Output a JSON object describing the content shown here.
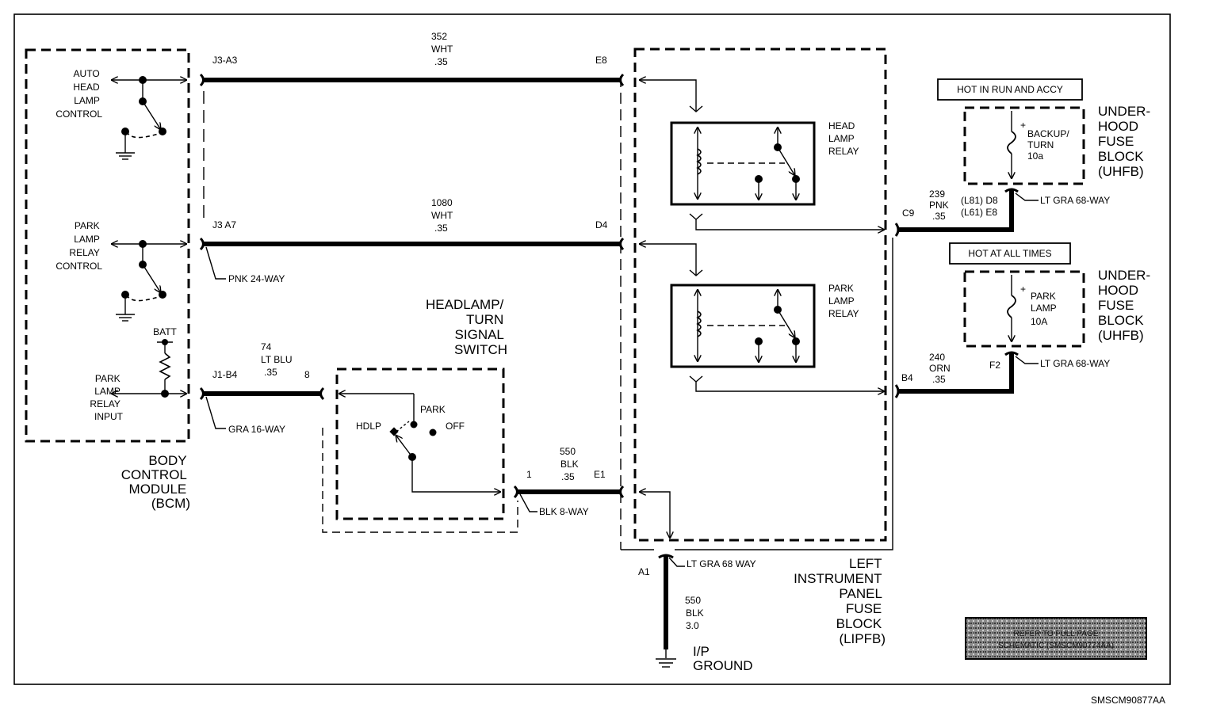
{
  "bcm": {
    "auto_head_lamp_control": [
      "AUTO",
      "HEAD",
      "LAMP",
      "CONTROL"
    ],
    "park_lamp_relay_control": [
      "PARK",
      "LAMP",
      "RELAY",
      "CONTROL"
    ],
    "park_lamp_relay_input": [
      "PARK",
      "LAMP",
      "RELAY",
      "INPUT"
    ],
    "batt": "BATT",
    "title": [
      "BODY",
      "CONTROL",
      "MODULE",
      "(BCM)"
    ]
  },
  "wires": {
    "w352": [
      "352",
      "WHT",
      ".35"
    ],
    "w1080": [
      "1080",
      "WHT",
      ".35"
    ],
    "w74": [
      "74",
      "LT BLU",
      ".35"
    ],
    "w550_small": [
      "550",
      "BLK",
      ".35"
    ],
    "w239": [
      "239",
      "PNK",
      ".35"
    ],
    "w240": [
      "240",
      "ORN",
      ".35"
    ],
    "w550_ground": [
      "550",
      "BLK",
      "3.0"
    ]
  },
  "connectors": {
    "j3_a3": "J3-A3",
    "j3_a7": "J3 A7",
    "pnk_24_way": "PNK 24-WAY",
    "j1_b4": "J1-B4",
    "pin_8": "8",
    "gra_16_way": "GRA 16-WAY",
    "pin_1": "1",
    "blk_8_way": "BLK 8-WAY",
    "e8": "E8",
    "d4": "D4",
    "e1": "E1",
    "c9": "C9",
    "b4": "B4",
    "a1": "A1",
    "f2": "F2",
    "l81_d8": "(L81) D8",
    "l61_e8": "(L61) E8",
    "lt_gra_68_way_1": "LT GRA 68-WAY",
    "lt_gra_68_way_2": "LT GRA 68-WAY",
    "lt_gra_68_way_3": "LT GRA 68 WAY"
  },
  "switch": {
    "title": [
      "HEADLAMP/",
      "TURN",
      "SIGNAL",
      "SWITCH"
    ],
    "park": "PARK",
    "hdlp": "HDLP",
    "off": "OFF"
  },
  "lipfb": {
    "head_lamp_relay": [
      "HEAD",
      "LAMP",
      "RELAY"
    ],
    "park_lamp_relay": [
      "PARK",
      "LAMP",
      "RELAY"
    ],
    "title": [
      "LEFT",
      "INSTRUMENT",
      "PANEL",
      "FUSE",
      "BLOCK",
      "(LIPFB)"
    ]
  },
  "uhfb": {
    "hot_in_run": "HOT IN RUN AND ACCY",
    "hot_at_all_times": "HOT AT ALL TIMES",
    "backup_fuse": [
      "BACKUP/",
      "TURN",
      "10a"
    ],
    "park_fuse": [
      "PARK",
      "LAMP",
      "10A"
    ],
    "plus": "+",
    "title": [
      "UNDER-",
      "HOOD",
      "FUSE",
      "BLOCK",
      "(UHFB)"
    ]
  },
  "ground": [
    "I/P",
    "GROUND"
  ],
  "stamp": [
    "REFER TO FULL PAGE",
    "SCHEMATIC (SMSCM90774AA)"
  ],
  "figure_id": "SMSCM90877AA"
}
